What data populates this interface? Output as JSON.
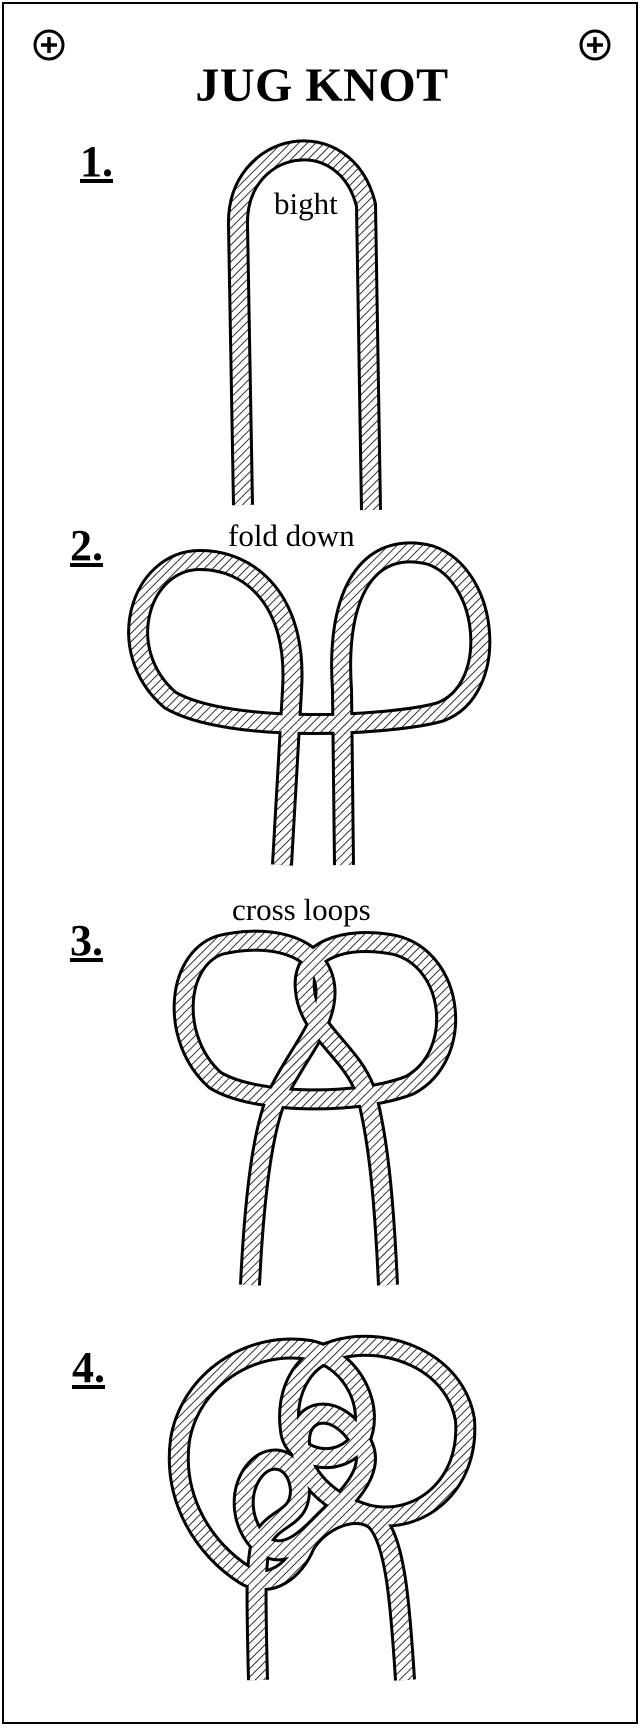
{
  "title": "JUG KNOT",
  "steps": [
    {
      "number": "1.",
      "caption": "bight"
    },
    {
      "number": "2.",
      "caption": "fold down"
    },
    {
      "number": "3.",
      "caption": "cross loops"
    },
    {
      "number": "4.",
      "caption": ""
    }
  ],
  "icons": {
    "left": "plus-circle-icon",
    "right": "plus-circle-icon"
  },
  "colors": {
    "ink": "#000000",
    "paper": "#ffffff"
  }
}
